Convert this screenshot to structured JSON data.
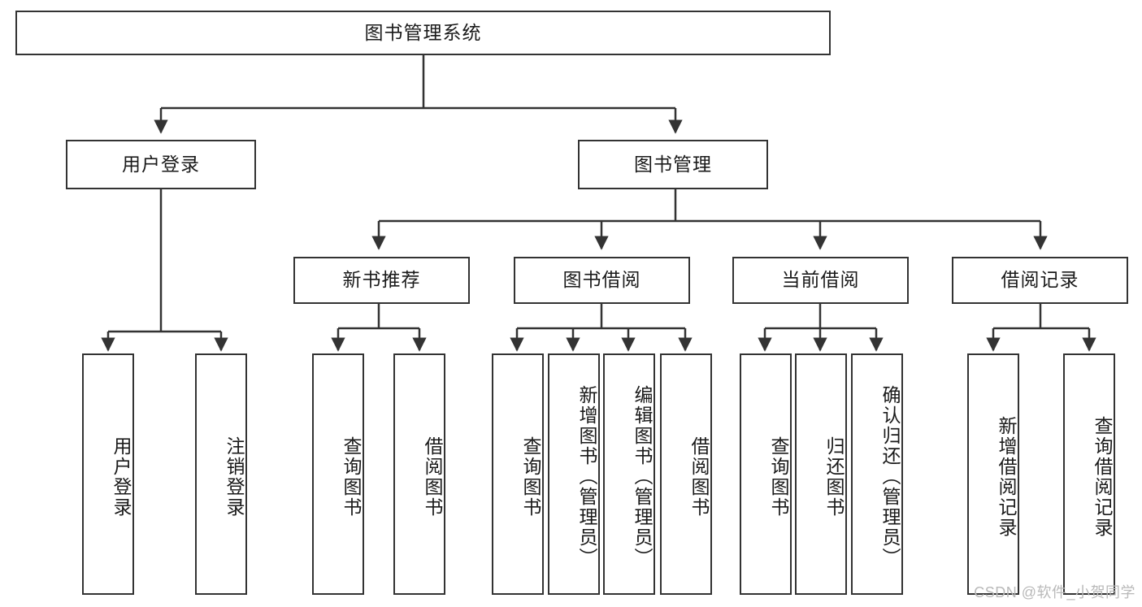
{
  "diagram": {
    "title": "图书管理系统",
    "type": "tree",
    "watermark": "CSDN @软件_小贺同学",
    "colors": {
      "box_border": "#333333",
      "box_fill": "#ffffff",
      "edge": "#333333",
      "text": "#1a1a1a",
      "watermark": "#b9b9b9",
      "background": "#ffffff"
    },
    "root": {
      "label": "图书管理系统"
    },
    "level2": [
      {
        "label": "用户登录"
      },
      {
        "label": "图书管理"
      }
    ],
    "level3": [
      {
        "label": "新书推荐"
      },
      {
        "label": "图书借阅"
      },
      {
        "label": "当前借阅"
      },
      {
        "label": "借阅记录"
      }
    ],
    "leaves": {
      "user_login": [
        {
          "label": "用户登录"
        },
        {
          "label": "注销登录"
        }
      ],
      "new_book_recommend": [
        {
          "label": "查询图书"
        },
        {
          "label": "借阅图书"
        }
      ],
      "book_borrow": [
        {
          "label": "查询图书"
        },
        {
          "label": "新增图书（管理员）"
        },
        {
          "label": "编辑图书（管理员）"
        },
        {
          "label": "借阅图书"
        }
      ],
      "current_borrow": [
        {
          "label": "查询图书"
        },
        {
          "label": "归还图书"
        },
        {
          "label": "确认归还（管理员）"
        }
      ],
      "borrow_record": [
        {
          "label": "新增借阅记录"
        },
        {
          "label": "查询借阅记录"
        }
      ]
    }
  }
}
